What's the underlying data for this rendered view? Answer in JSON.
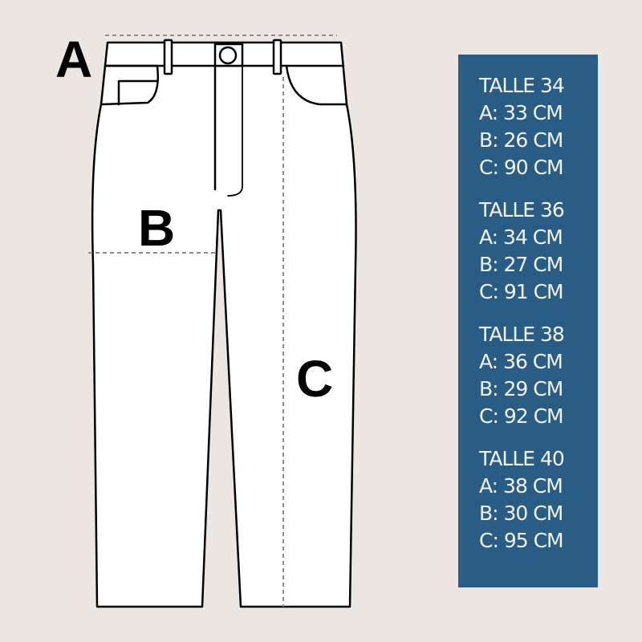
{
  "labels": {
    "a": "A",
    "b": "B",
    "c": "C"
  },
  "sizes": [
    {
      "title": "TALLE 34",
      "a": "A: 33 CM",
      "b": "B: 26 CM",
      "c": "C: 90 CM"
    },
    {
      "title": "TALLE 36",
      "a": "A: 34 CM",
      "b": "B: 27 CM",
      "c": "C: 91 CM"
    },
    {
      "title": "TALLE 38",
      "a": "A: 36 CM",
      "b": "B: 29 CM",
      "c": "C: 92 CM"
    },
    {
      "title": "TALLE 40",
      "a": "A: 38 CM",
      "b": "B: 30 CM",
      "c": "C: 95 CM"
    }
  ],
  "colors": {
    "background": "#ebe6e2",
    "panel": "#2a5d85",
    "panel_text": "#f2f2f2",
    "outline": "#000000",
    "dash": "#8c8c8c"
  }
}
